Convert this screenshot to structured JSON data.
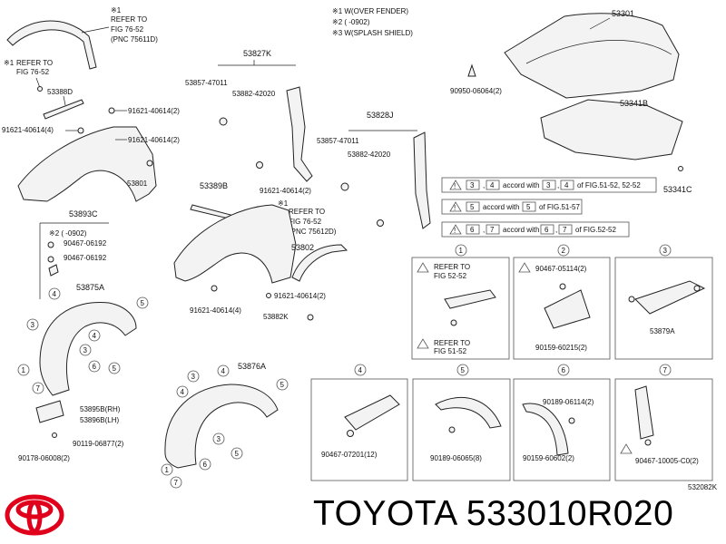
{
  "notes": [
    "※1 W(OVER FENDER)",
    "※2 (          -0902)",
    "※3 W(SPLASH SHIELD)"
  ],
  "refs": {
    "r1": [
      "※1",
      "REFER TO",
      "FIG 76-52",
      "(PNC 75611D)"
    ],
    "r2": [
      "※1",
      "REFER TO",
      "FIG 76-52"
    ],
    "r3": [
      "※1",
      "REFER TO",
      "FIG 76-52",
      "(PNC 75612D)"
    ]
  },
  "parts": {
    "p53301": "53301",
    "p90950": "90950-06064(2)",
    "p53341B": "53341B",
    "p53341C": "53341C",
    "p53827K": "53827K",
    "p53857_1": "53857-47011",
    "p53882_1": "53882-42020",
    "p53828J": "53828J",
    "p53857_2": "53857-47011",
    "p53882_2": "53882-42020",
    "p53388D": "53388D",
    "p91621_a": "91621-40614(2)",
    "p91621_b": "91621-40614(4)",
    "p91621_c": "91621-40614(2)",
    "p53801": "53801",
    "p53389B": "53389B",
    "p91621_d": "91621-40614(2)",
    "p53802": "53802",
    "p91621_e": "91621-40614(4)",
    "p91621_f": "91621-40614(2)",
    "p53882K": "53882K",
    "p53893C": "53893C",
    "p90467_a": "90467-06192",
    "p90467_b": "90467-06192",
    "p53875A": "53875A",
    "p53895B": "53895B(RH)",
    "p53896B": "53896B(LH)",
    "p90119": "90119-06877(2)",
    "p90178": "90178-06008(2)",
    "p53876A": "53876A",
    "p53879A": "53879A"
  },
  "accord": [
    {
      "a": "3",
      "b": "4",
      "text1": "accord with",
      "text2": "of FIG.51-52, 52-52"
    },
    {
      "a": "5",
      "text1": "accord with",
      "text2": "of FIG.51-57"
    },
    {
      "a": "6",
      "b": "7",
      "text1": "accord with",
      "text2": "of FIG.52-52"
    }
  ],
  "detail": {
    "d1": {
      "num": "1",
      "ref1": [
        "REFER TO",
        "FIG 52-52"
      ],
      "ref2": [
        "REFER TO",
        "FIG 51-52"
      ]
    },
    "d2": {
      "num": "2",
      "p1": "90467-05114(2)",
      "p2": "90159-60215(2)"
    },
    "d3": {
      "num": "3",
      "p1": "53879A"
    },
    "d4": {
      "num": "4",
      "p1": "90467-07201(12)"
    },
    "d5": {
      "num": "5",
      "p1": "90189-06065(8)"
    },
    "d6": {
      "num": "6",
      "p1": "90189-06114(2)",
      "p2": "90159-60602(2)"
    },
    "d7": {
      "num": "7",
      "p1": "90467-10005-C0(2)"
    }
  },
  "code": "532082K",
  "brand": "TOYOTA 533010R020",
  "colors": {
    "logo": "#e0001b",
    "line": "#222222"
  }
}
